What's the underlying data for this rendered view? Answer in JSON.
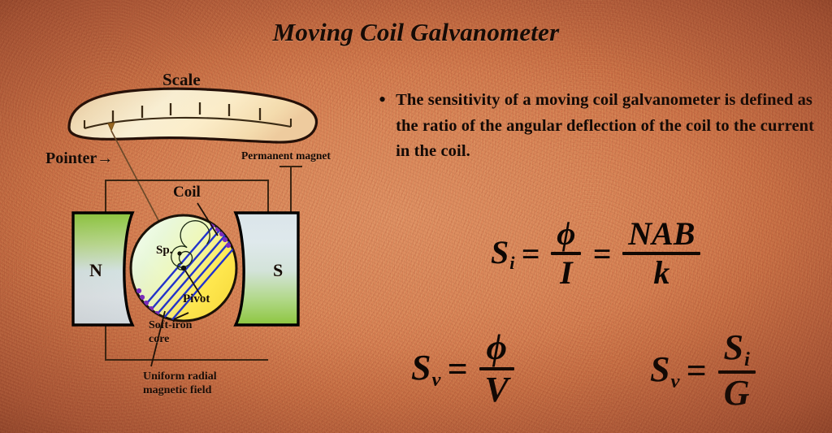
{
  "slide": {
    "title": "Moving Coil Galvanometer",
    "background_color": "#d9865a",
    "text_color": "#130a06"
  },
  "content": {
    "bullet_marker": "•",
    "bullet_text": "The sensitivity of a moving coil galvanometer is defined as the ratio of the angular deflection of the coil to the current in the coil."
  },
  "equations": {
    "eq1": {
      "lhs": "S",
      "lhs_sub": "i",
      "eq_sign": "=",
      "frac1_num": "ϕ",
      "frac1_den": "I",
      "eq_sign2": "=",
      "frac2_num": "NAB",
      "frac2_den": "k",
      "plain": "S_i = ϕ/I = NAB/k"
    },
    "eq2": {
      "lhs": "S",
      "lhs_sub": "v",
      "eq_sign": "=",
      "num": "ϕ",
      "den": "V",
      "plain": "S_v = ϕ/V"
    },
    "eq3": {
      "lhs": "S",
      "lhs_sub": "v",
      "eq_sign": "=",
      "num": "S",
      "num_sub": "i",
      "den": "G",
      "plain": "S_v = S_i/G"
    }
  },
  "diagram": {
    "labels": {
      "scale": "Scale",
      "pointer": "Pointer→",
      "permanent_magnet": "Permanent magnet",
      "coil": "Coil",
      "north_pole": "N",
      "south_pole": "S",
      "spring": "Sp.",
      "pivot": "Pivot",
      "soft_iron_core": "Soft-iron\ncore",
      "soft_iron_core_line1": "Soft-iron",
      "soft_iron_core_line2": "core",
      "uniform_field_line1": "Uniform radial",
      "uniform_field_line2": "magnetic field"
    },
    "scale": {
      "tick_count": 6,
      "fill_gradient": [
        "#f6d9b4",
        "#fbf0d2",
        "#f7e7c4",
        "#efcfa8"
      ]
    },
    "magnet": {
      "north_gradient": [
        "#8cc63f",
        "#d8e8ee",
        "#dce6ea"
      ],
      "south_gradient": [
        "#dce6ea",
        "#d8e8ee",
        "#8cc63f"
      ],
      "outline_color": "#000000"
    },
    "core": {
      "gradient": [
        "#eafbe6",
        "#f2fbd8",
        "#ffe14a",
        "#f5d642"
      ],
      "coil_line_color": "#2233cc",
      "coil_dot_color": "#7b2fbe"
    }
  }
}
